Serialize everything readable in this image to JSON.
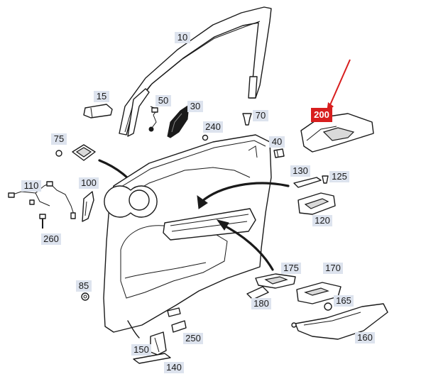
{
  "callouts": [
    {
      "id": "10",
      "text": "10",
      "highlight": false
    },
    {
      "id": "15",
      "text": "15",
      "highlight": false
    },
    {
      "id": "50",
      "text": "50",
      "highlight": false
    },
    {
      "id": "30",
      "text": "30",
      "highlight": false
    },
    {
      "id": "70",
      "text": "70",
      "highlight": false
    },
    {
      "id": "240",
      "text": "240",
      "highlight": false
    },
    {
      "id": "75",
      "text": "75",
      "highlight": false
    },
    {
      "id": "40",
      "text": "40",
      "highlight": false
    },
    {
      "id": "200",
      "text": "200",
      "highlight": true
    },
    {
      "id": "130",
      "text": "130",
      "highlight": false
    },
    {
      "id": "125",
      "text": "125",
      "highlight": false
    },
    {
      "id": "110",
      "text": "110",
      "highlight": false
    },
    {
      "id": "100",
      "text": "100",
      "highlight": false
    },
    {
      "id": "120",
      "text": "120",
      "highlight": false
    },
    {
      "id": "260",
      "text": "260",
      "highlight": false
    },
    {
      "id": "175",
      "text": "175",
      "highlight": false
    },
    {
      "id": "170",
      "text": "170",
      "highlight": false
    },
    {
      "id": "85",
      "text": "85",
      "highlight": false
    },
    {
      "id": "180",
      "text": "180",
      "highlight": false
    },
    {
      "id": "165",
      "text": "165",
      "highlight": false
    },
    {
      "id": "250",
      "text": "250",
      "highlight": false
    },
    {
      "id": "160",
      "text": "160",
      "highlight": false
    },
    {
      "id": "150",
      "text": "150",
      "highlight": false
    },
    {
      "id": "140",
      "text": "140",
      "highlight": false
    }
  ],
  "colors": {
    "label_background": "#dde3ee",
    "highlight_background": "#d81e1e",
    "highlight_text": "#ffffff",
    "pointer_arrow": "#d81e1e",
    "line": "#1a1a1a"
  }
}
